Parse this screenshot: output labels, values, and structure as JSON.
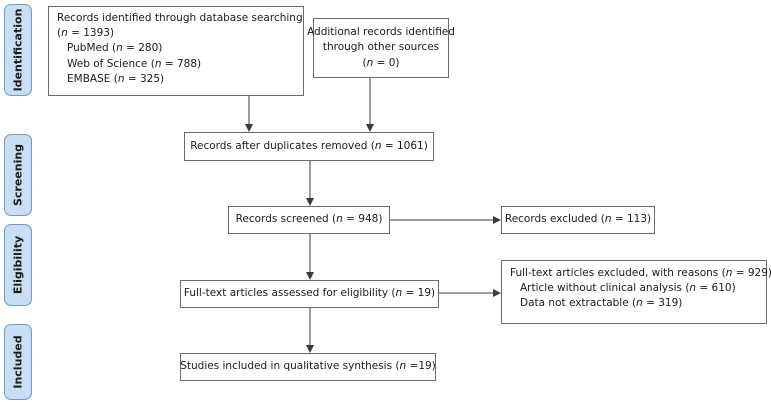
{
  "phases": {
    "identification": "Identification",
    "screening": "Screening",
    "eligibility": "Eligibility",
    "included": "Included"
  },
  "boxes": {
    "database": {
      "lines": [
        {
          "text": "Records identified through database searching",
          "n": ""
        },
        {
          "pre": "(",
          "n": "= 1393)"
        },
        {
          "pre": "PubMed (",
          "n": "= 280)"
        },
        {
          "pre": "Web of Science (",
          "n": "= 788)"
        },
        {
          "pre": "EMBASE (",
          "n": "= 325)"
        }
      ]
    },
    "other": {
      "line1": "Additional records identified",
      "line2": "through other sources",
      "pre": "(",
      "n": "= 0)"
    },
    "duplicates": {
      "pre": "Records after duplicates removed (",
      "n": "= 1061)"
    },
    "screened": {
      "pre": "Records screened (",
      "n": "= 948)"
    },
    "excluded": {
      "pre": "Records excluded (",
      "n": "= 113)"
    },
    "fulltext": {
      "pre": "Full-text articles assessed for eligibility (",
      "n": "= 19)"
    },
    "fulltext_excluded": {
      "head_pre": "Full-text articles excluded, with reasons (",
      "head_n": "= 929)",
      "r1_pre": "Article without clinical analysis (",
      "r1_n": "= 610)",
      "r2_pre": "Data not extractable (",
      "r2_n": "= 319)"
    },
    "included": {
      "pre": "Studies included in qualitative synthesis (",
      "n": "=19)"
    }
  },
  "n_symbol": "n"
}
